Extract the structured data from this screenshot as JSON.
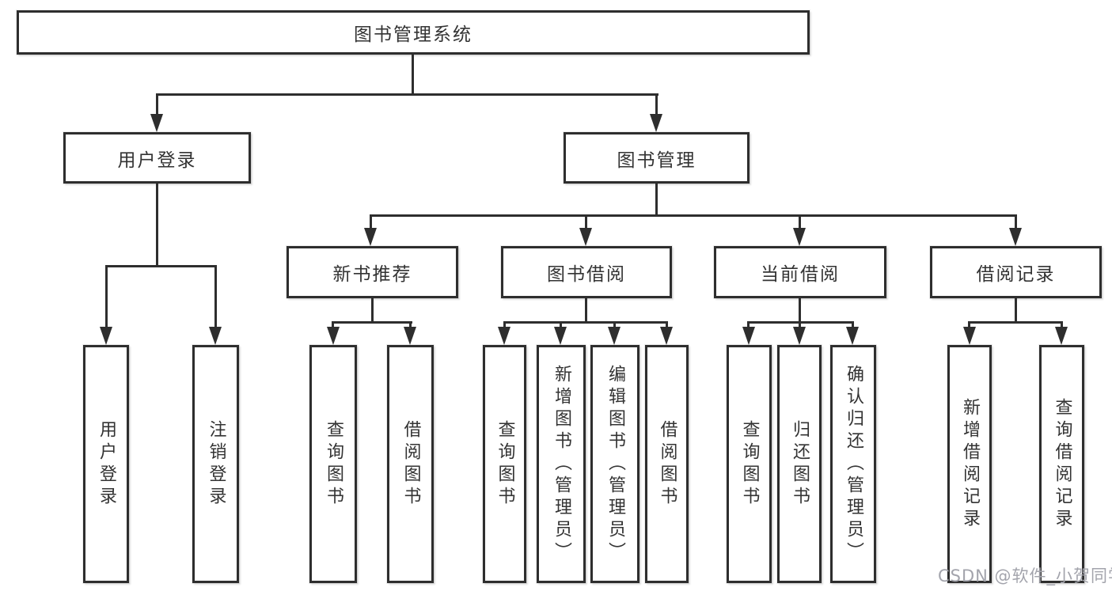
{
  "diagram_type": "hierarchy-diagram",
  "tree": {
    "root": "图书管理系统",
    "branches": [
      {
        "label": "用户登录",
        "children": [
          "用户登录",
          "注销登录"
        ]
      },
      {
        "label": "图书管理",
        "children": [
          {
            "label": "新书推荐",
            "children": [
              "查询图书",
              "借阅图书"
            ]
          },
          {
            "label": "图书借阅",
            "children": [
              "查询图书",
              "新增图书（管理员）",
              "编辑图书（管理员）",
              "借阅图书"
            ]
          },
          {
            "label": "当前借阅",
            "children": [
              "查询图书",
              "归还图书",
              "确认归还（管理员）"
            ]
          },
          {
            "label": "借阅记录",
            "children": [
              "新增借阅记录",
              "查询借阅记录"
            ]
          }
        ]
      }
    ]
  },
  "watermark": {
    "text": "CSDN @软件_小贺同学"
  },
  "colors": {
    "line": "#2e2e2e",
    "text": "#333333",
    "background": "#ffffff",
    "watermark": "#a3a4ac"
  }
}
